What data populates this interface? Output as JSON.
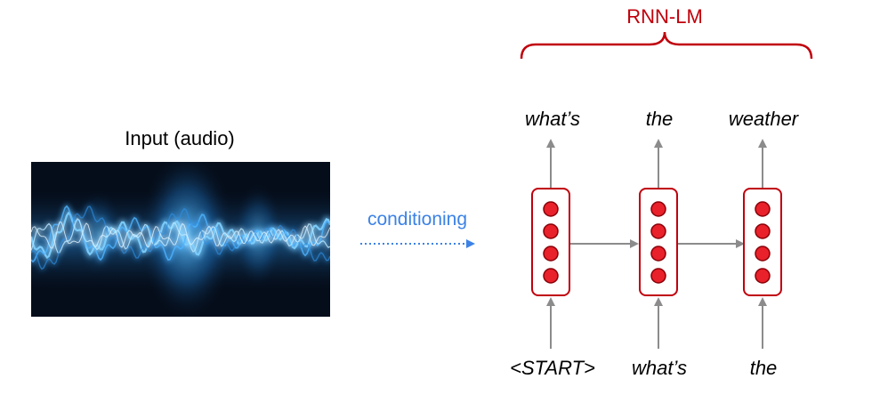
{
  "input_label": "Input (audio)",
  "conditioning_label": "conditioning",
  "rnn_lm_label": "RNN-LM",
  "rnn_cells": [
    {
      "output": "what’s",
      "input": "<START>"
    },
    {
      "output": "the",
      "input": "what’s"
    },
    {
      "output": "weather",
      "input": "the"
    }
  ],
  "colors": {
    "accent": "#c0000b",
    "cell_fill": "#e8212a",
    "conditioning": "#3c82e6",
    "arrow": "#8c8c8c",
    "waveform_background": "#050d1a",
    "waveform_glow": "#57b8ff"
  }
}
